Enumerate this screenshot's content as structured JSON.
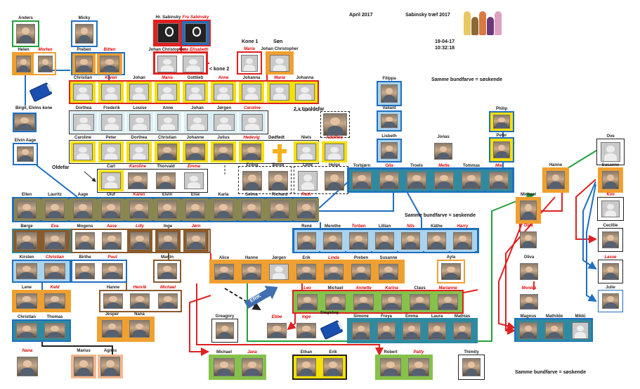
{
  "header": {
    "date_label": "April 2017",
    "event_label": "Sabinsky træf 2017",
    "print_date": "19-04-17",
    "print_time": "10:32:18"
  },
  "notes": {
    "sibling_note": "Samme bundfarve = søskende",
    "sibling_note_2": "Samme bundfarve = søskende",
    "sibling_note_3": "Samme bundfarve = søskende",
    "wife2_note": "< kone 2",
    "kone1": "Kone 1",
    "son": "Søn",
    "tipoldefar": "2 x tipoldefar",
    "oldefar": "Oldefar",
    "stillborn": "Dødfødt",
    "birgit_note": "Birgit, Elvins kone",
    "erik_label": "ERIK",
    "slaegtsbog": "Slægtsbog"
  },
  "colors": {
    "blue": "#1f6fbf",
    "red": "#e02020",
    "green": "#22a03a",
    "brown": "#8b5a2b",
    "dark": "#222222",
    "yellow": "#f5e000",
    "olive": "#8a8650",
    "lightblue": "#a9d3ee",
    "teal": "#2e8aa0",
    "orange": "#f0a030",
    "salmon": "#f5b78f",
    "lime": "#86c24a",
    "pale": "#d9eef5",
    "purple": "#3a3aa0"
  },
  "people": [
    {
      "name": "Anders",
      "red": false
    },
    {
      "name": "Micky",
      "red": false
    },
    {
      "name": "Hr. Sabinsky",
      "red": false
    },
    {
      "name": "Fru Sabinsky",
      "red": true
    },
    {
      "name": "Helen",
      "red": false
    },
    {
      "name": "Morten",
      "red": true
    },
    {
      "name": "Preben",
      "red": false
    },
    {
      "name": "Bitten",
      "red": true
    },
    {
      "name": "Johan Christopher",
      "red": false
    },
    {
      "name": "Anna Elisabeth",
      "red": true
    },
    {
      "name": "Maria",
      "red": true
    },
    {
      "name": "Johan Christopher",
      "red": false
    },
    {
      "name": "Christian",
      "red": false
    },
    {
      "name": "Karen",
      "red": true
    },
    {
      "name": "Johan",
      "red": false
    },
    {
      "name": "Maria",
      "red": true
    },
    {
      "name": "Gottlieb",
      "red": false
    },
    {
      "name": "Anne",
      "red": true
    },
    {
      "name": "Johanna",
      "red": false
    },
    {
      "name": "Maria",
      "red": true
    },
    {
      "name": "Johanna",
      "red": false
    },
    {
      "name": "Filippa",
      "red": false
    },
    {
      "name": "Dorthea",
      "red": false
    },
    {
      "name": "Frederik",
      "red": false
    },
    {
      "name": "Louise",
      "red": false
    },
    {
      "name": "Anne",
      "red": false
    },
    {
      "name": "Johan",
      "red": false
    },
    {
      "name": "Jørgen",
      "red": false
    },
    {
      "name": "Caroline",
      "red": true
    },
    {
      "name": "Valiant",
      "red": false
    },
    {
      "name": "Philip",
      "red": false
    },
    {
      "name": "Elvin Aage",
      "red": false
    },
    {
      "name": "Caroline",
      "red": false
    },
    {
      "name": "Peter",
      "red": false
    },
    {
      "name": "Dorthea",
      "red": false
    },
    {
      "name": "Christian",
      "red": false
    },
    {
      "name": "Johanne",
      "red": false
    },
    {
      "name": "Julius",
      "red": false
    },
    {
      "name": "Hedevig",
      "red": true
    },
    {
      "name": "Niels",
      "red": false
    },
    {
      "name": "Adolfine",
      "red": true
    },
    {
      "name": "Lisbeth",
      "red": false
    },
    {
      "name": "Jonas",
      "red": false
    },
    {
      "name": "Peter",
      "red": false
    },
    {
      "name": "Carl",
      "red": false
    },
    {
      "name": "Karoline",
      "red": true
    },
    {
      "name": "Thorvald",
      "red": false
    },
    {
      "name": "Emma",
      "red": true
    },
    {
      "name": "Erling",
      "red": false
    },
    {
      "name": "Bente",
      "red": false
    },
    {
      "name": "Lene",
      "red": false
    },
    {
      "name": "Helge",
      "red": false
    },
    {
      "name": "Torbjørn",
      "red": false
    },
    {
      "name": "Gila",
      "red": true
    },
    {
      "name": "Troels",
      "red": false
    },
    {
      "name": "Mette",
      "red": true
    },
    {
      "name": "Tommas",
      "red": false
    },
    {
      "name": "Mie",
      "red": true
    },
    {
      "name": "Ove",
      "red": false
    },
    {
      "name": "Hanne",
      "red": false
    },
    {
      "name": "Susanne",
      "red": false
    },
    {
      "name": "Ellen",
      "red": false
    },
    {
      "name": "Lauritz",
      "red": false
    },
    {
      "name": "Aage",
      "red": false
    },
    {
      "name": "Oluf",
      "red": false
    },
    {
      "name": "Karen",
      "red": true
    },
    {
      "name": "Elvin",
      "red": false
    },
    {
      "name": "Else",
      "red": false
    },
    {
      "name": "Karla",
      "red": false
    },
    {
      "name": "Selma",
      "red": false
    },
    {
      "name": "Richard",
      "red": false
    },
    {
      "name": "Ruth",
      "red": true
    },
    {
      "name": "Kim",
      "red": true
    },
    {
      "name": "Michael",
      "red": false
    },
    {
      "name": "Børge",
      "red": false
    },
    {
      "name": "Eva",
      "red": true
    },
    {
      "name": "Mogens",
      "red": false
    },
    {
      "name": "Aase",
      "red": true
    },
    {
      "name": "Lilly",
      "red": true
    },
    {
      "name": "Inge",
      "red": false
    },
    {
      "name": "Jørn",
      "red": true
    },
    {
      "name": "René",
      "red": false
    },
    {
      "name": "Merethe",
      "red": false
    },
    {
      "name": "Torben",
      "red": true
    },
    {
      "name": "Lillian",
      "red": false
    },
    {
      "name": "Nils",
      "red": true
    },
    {
      "name": "Käthe",
      "red": false
    },
    {
      "name": "Harry",
      "red": true
    },
    {
      "name": "Olga",
      "red": true
    },
    {
      "name": "Cecillie",
      "red": false
    },
    {
      "name": "Kirsten",
      "red": false
    },
    {
      "name": "Christian",
      "red": true
    },
    {
      "name": "Birthe",
      "red": false
    },
    {
      "name": "Poul",
      "red": true
    },
    {
      "name": "Martin",
      "red": false
    },
    {
      "name": "Alice",
      "red": false
    },
    {
      "name": "Hanne",
      "red": false
    },
    {
      "name": "Jørgen",
      "red": false
    },
    {
      "name": "Erik",
      "red": false
    },
    {
      "name": "Linda",
      "red": true
    },
    {
      "name": "Preben",
      "red": false
    },
    {
      "name": "Susanne",
      "red": false
    },
    {
      "name": "Ayla",
      "red": false
    },
    {
      "name": "Oliva",
      "red": false
    },
    {
      "name": "Lasse",
      "red": true
    },
    {
      "name": "Lene",
      "red": false
    },
    {
      "name": "Keld",
      "red": true
    },
    {
      "name": "Hanne",
      "red": false
    },
    {
      "name": "Henrik",
      "red": true
    },
    {
      "name": "Michael",
      "red": true
    },
    {
      "name": "Leo",
      "red": true
    },
    {
      "name": "Michael",
      "red": false
    },
    {
      "name": "Annette",
      "red": true
    },
    {
      "name": "Karina",
      "red": true
    },
    {
      "name": "Claus",
      "red": false
    },
    {
      "name": "Marianne",
      "red": true
    },
    {
      "name": "Monica",
      "red": true
    },
    {
      "name": "Julie",
      "red": false
    },
    {
      "name": "Christian",
      "red": false
    },
    {
      "name": "Thomas",
      "red": false
    },
    {
      "name": "Jesper",
      "red": false
    },
    {
      "name": "Nana",
      "red": false
    },
    {
      "name": "Greagory",
      "red": false
    },
    {
      "name": "Ebbe",
      "red": true
    },
    {
      "name": "Inge",
      "red": true
    },
    {
      "name": "Simone",
      "red": false
    },
    {
      "name": "Freya",
      "red": false
    },
    {
      "name": "Emma",
      "red": false
    },
    {
      "name": "Laura",
      "red": false
    },
    {
      "name": "Mathias",
      "red": false
    },
    {
      "name": "Magnus",
      "red": false
    },
    {
      "name": "Mathilde",
      "red": false
    },
    {
      "name": "Mikki",
      "red": false
    },
    {
      "name": "Nana",
      "red": true
    },
    {
      "name": "Marius",
      "red": false
    },
    {
      "name": "Agnes",
      "red": false
    },
    {
      "name": "Michael",
      "red": false
    },
    {
      "name": "Jana",
      "red": true
    },
    {
      "name": "Ethan",
      "red": false
    },
    {
      "name": "Erik",
      "red": false
    },
    {
      "name": "Robert",
      "red": false
    },
    {
      "name": "Patty",
      "red": true
    },
    {
      "name": "Thimity",
      "red": false
    }
  ]
}
